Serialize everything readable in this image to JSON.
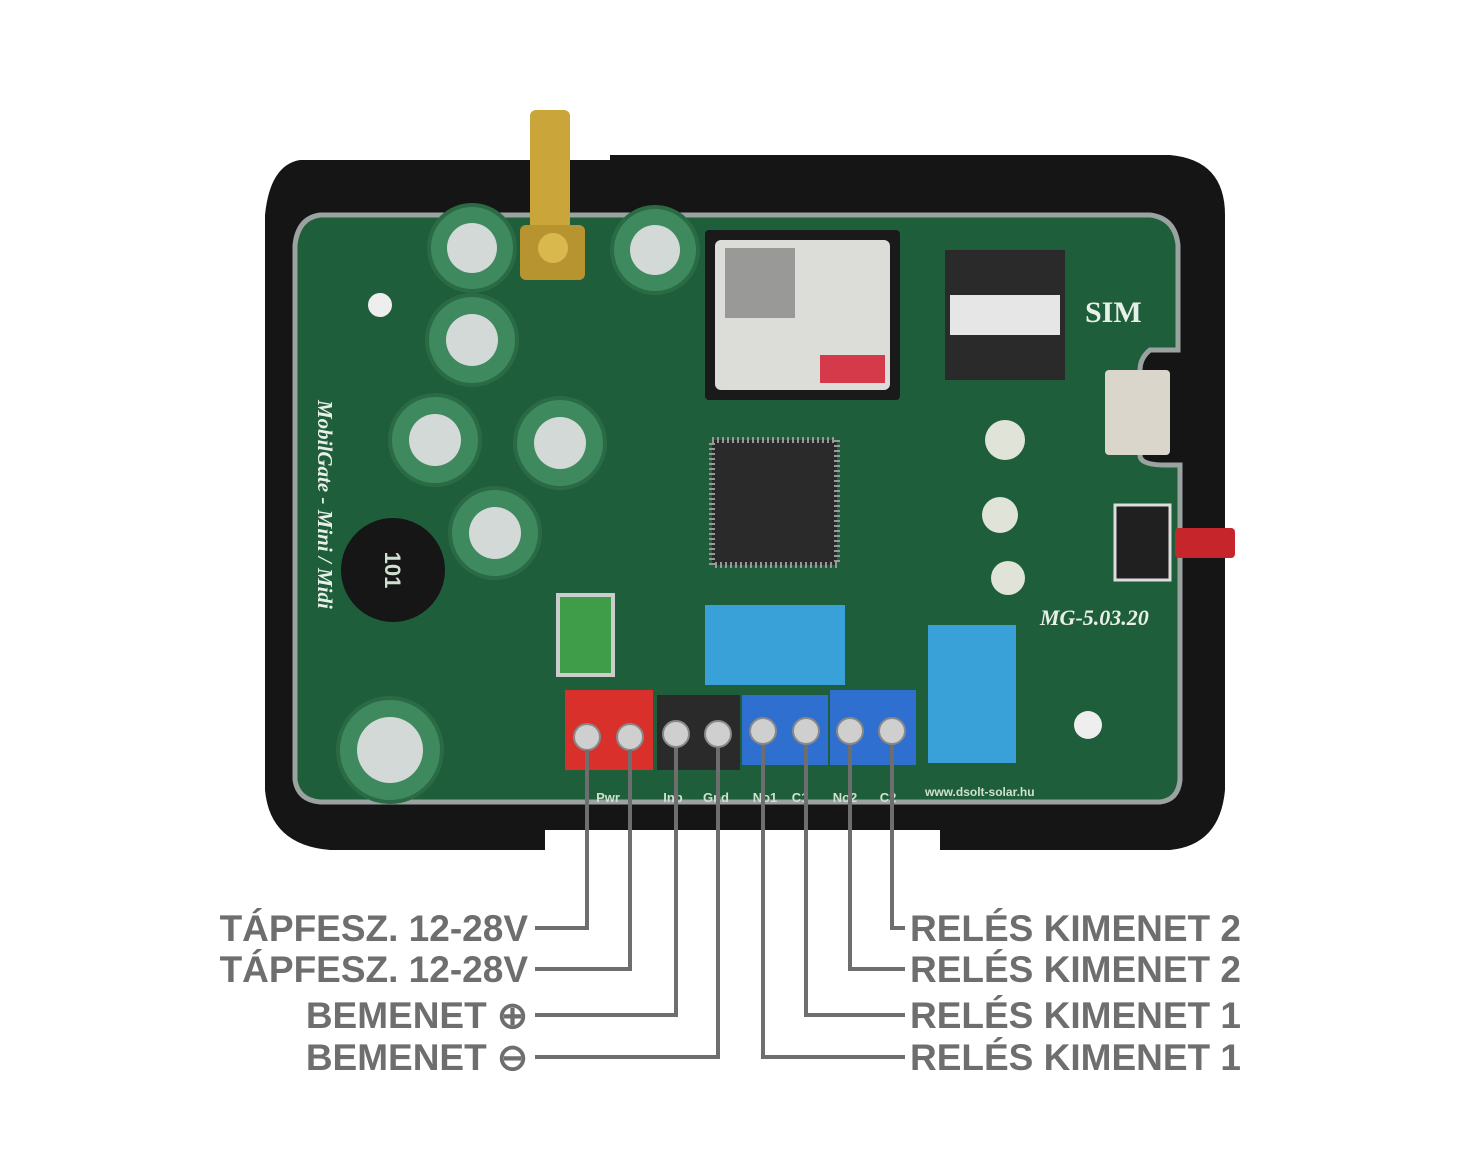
{
  "device": {
    "board_name": "MobilGate - Mini / Midi",
    "sim_label": "SIM",
    "version": "MG-5.03.20",
    "website": "www.dsolt-solar.hu",
    "inductor_marking": "101",
    "terminal_silk": [
      "Pwr",
      "Inp",
      "Gnd",
      "No1",
      "C1",
      "No2",
      "C2"
    ]
  },
  "labels_left": [
    "TÁPFESZ. 12-28V",
    "TÁPFESZ. 12-28V",
    "BEMENET ⊕",
    "BEMENET ⊖"
  ],
  "labels_right": [
    "RELÉS KIMENET 2",
    "RELÉS KIMENET 2",
    "RELÉS KIMENET 1",
    "RELÉS KIMENET 1"
  ],
  "colors": {
    "pcb": "#1f5e3a",
    "terminal_red": "#d9302b",
    "terminal_black": "#2a2a2a",
    "terminal_blue": "#2f6fd0",
    "relay": "#3aa0d8",
    "label": "#6e6e6e"
  }
}
